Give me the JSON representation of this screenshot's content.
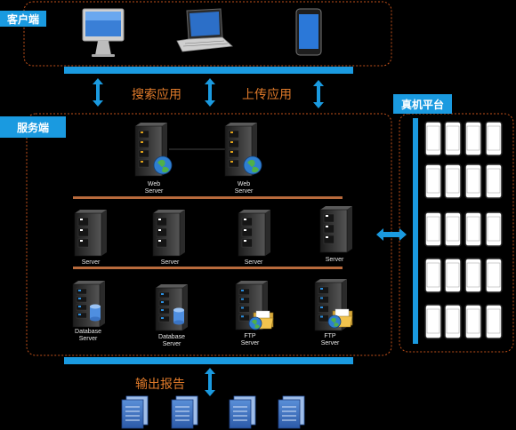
{
  "groups": {
    "client": "客户端",
    "server": "服务端",
    "device_platform": "真机平台"
  },
  "flows": {
    "search_app": "搜索应用",
    "upload_app": "上传应用",
    "output_report": "输出报告"
  },
  "nodes": {
    "web_server_1": "Web Server",
    "web_server_2": "Web Server",
    "server_1": "Server",
    "server_2": "Server",
    "server_3": "Server",
    "server_4": "Server",
    "db_server_1": "Database Server",
    "db_server_2": "Database Server",
    "ftp_server_1": "FTP Server",
    "ftp_server_2": "FTP Server"
  },
  "colors": {
    "accent_blue": "#1a9ae0",
    "border_orange": "#c0501a",
    "label_orange": "#e07a2a",
    "rule_orange": "#b86a3c"
  },
  "icons": [
    "desktop-monitor-icon",
    "laptop-icon",
    "smartphone-icon",
    "server-tower-icon",
    "globe-icon",
    "database-icon",
    "folder-icon",
    "document-stack-icon"
  ]
}
